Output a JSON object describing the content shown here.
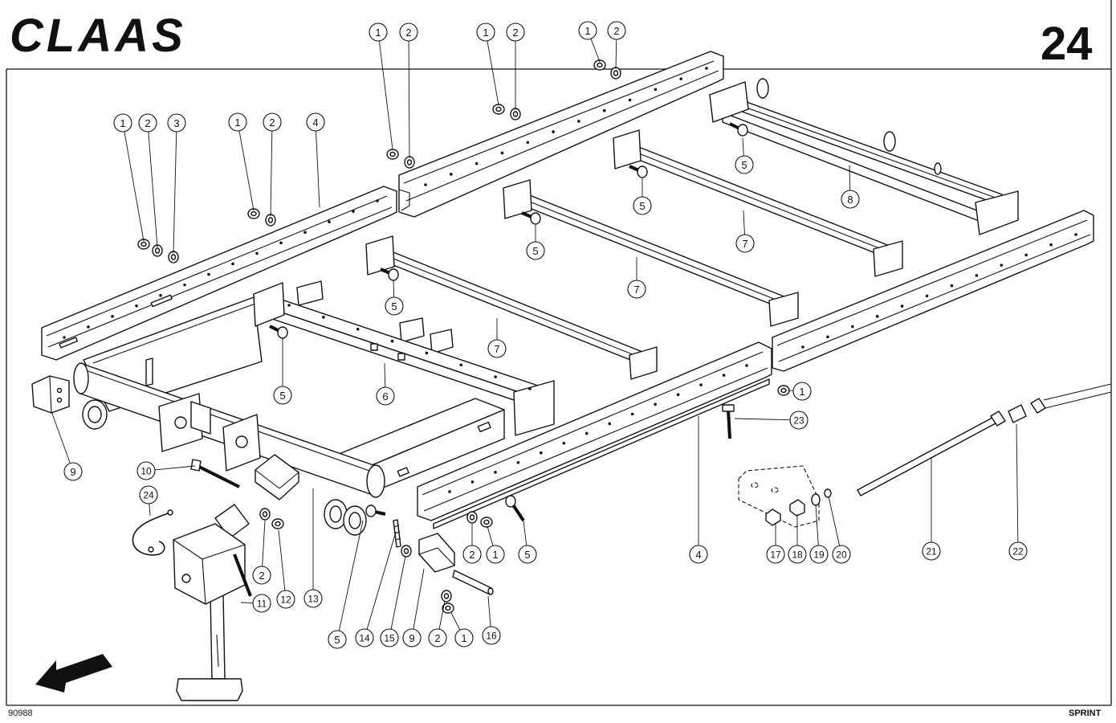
{
  "header": {
    "brand": "CLAAS",
    "page_number": "24"
  },
  "footer": {
    "drawing_number": "90988",
    "model": "SPRINT"
  },
  "callouts": [
    "1",
    "2",
    "1",
    "2",
    "1",
    "2",
    "1",
    "2",
    "3",
    "1",
    "2",
    "4",
    "5",
    "8",
    "5",
    "7",
    "5",
    "7",
    "5",
    "7",
    "5",
    "6",
    "1",
    "23",
    "9",
    "10",
    "24",
    "4",
    "5",
    "2",
    "1",
    "17",
    "18",
    "19",
    "20",
    "21",
    "22",
    "2",
    "12",
    "11",
    "13",
    "5",
    "14",
    "15",
    "9",
    "2",
    "1",
    "16"
  ],
  "colors": {
    "ink": "#111111",
    "paper": "#ffffff"
  },
  "icons": {
    "direction": "direction-arrow-icon"
  }
}
